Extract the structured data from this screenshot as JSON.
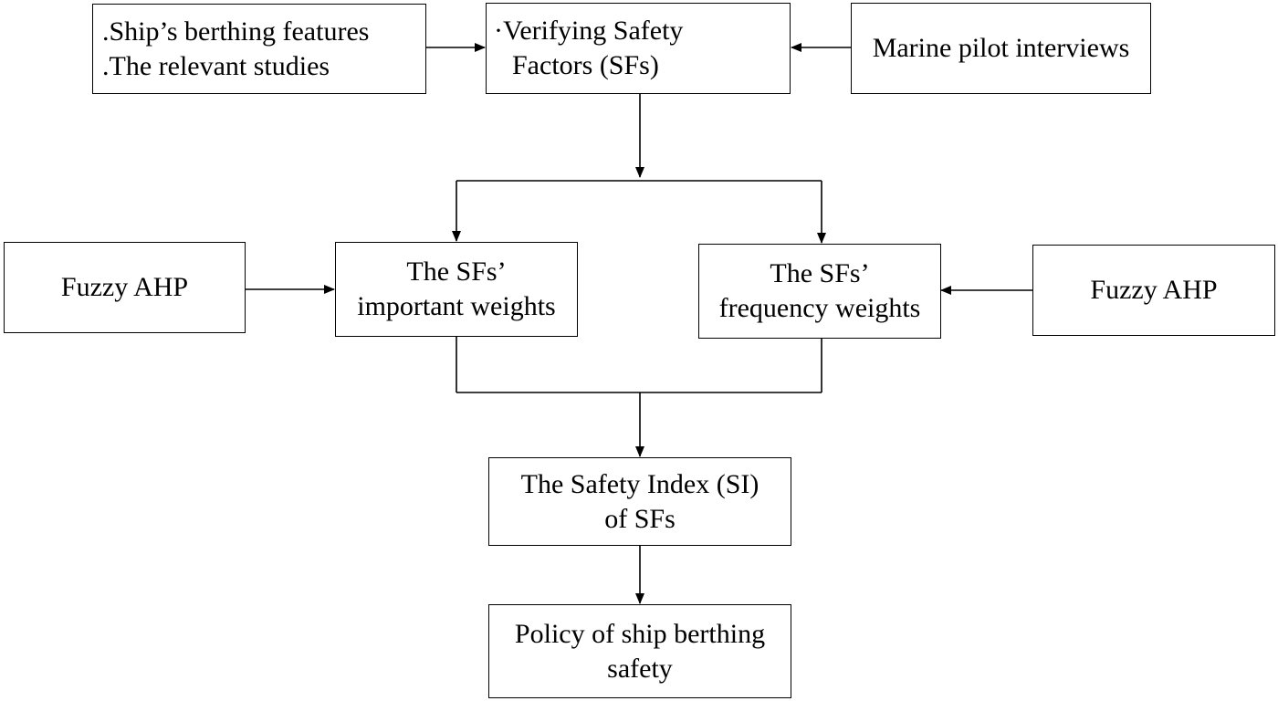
{
  "boxes": {
    "sources": {
      "lines": [
        ".Ship’s berthing features",
        ".The relevant studies"
      ]
    },
    "verifying": {
      "lines": [
        "·Verifying Safety",
        "Factors (SFs)"
      ]
    },
    "interviews": {
      "lines": [
        "Marine pilot interviews"
      ]
    },
    "fuzzy_left": {
      "lines": [
        "Fuzzy AHP"
      ]
    },
    "important": {
      "lines": [
        "The  SFs’",
        "important weights"
      ]
    },
    "frequency": {
      "lines": [
        "The  SFs’",
        "frequency weights"
      ]
    },
    "fuzzy_right": {
      "lines": [
        "Fuzzy AHP"
      ]
    },
    "safety_index": {
      "lines": [
        "The Safety Index (SI)",
        "of SFs"
      ]
    },
    "policy": {
      "lines": [
        "Policy of ship berthing",
        "safety"
      ]
    }
  },
  "colors": {
    "stroke": "#000000",
    "background": "#ffffff"
  }
}
